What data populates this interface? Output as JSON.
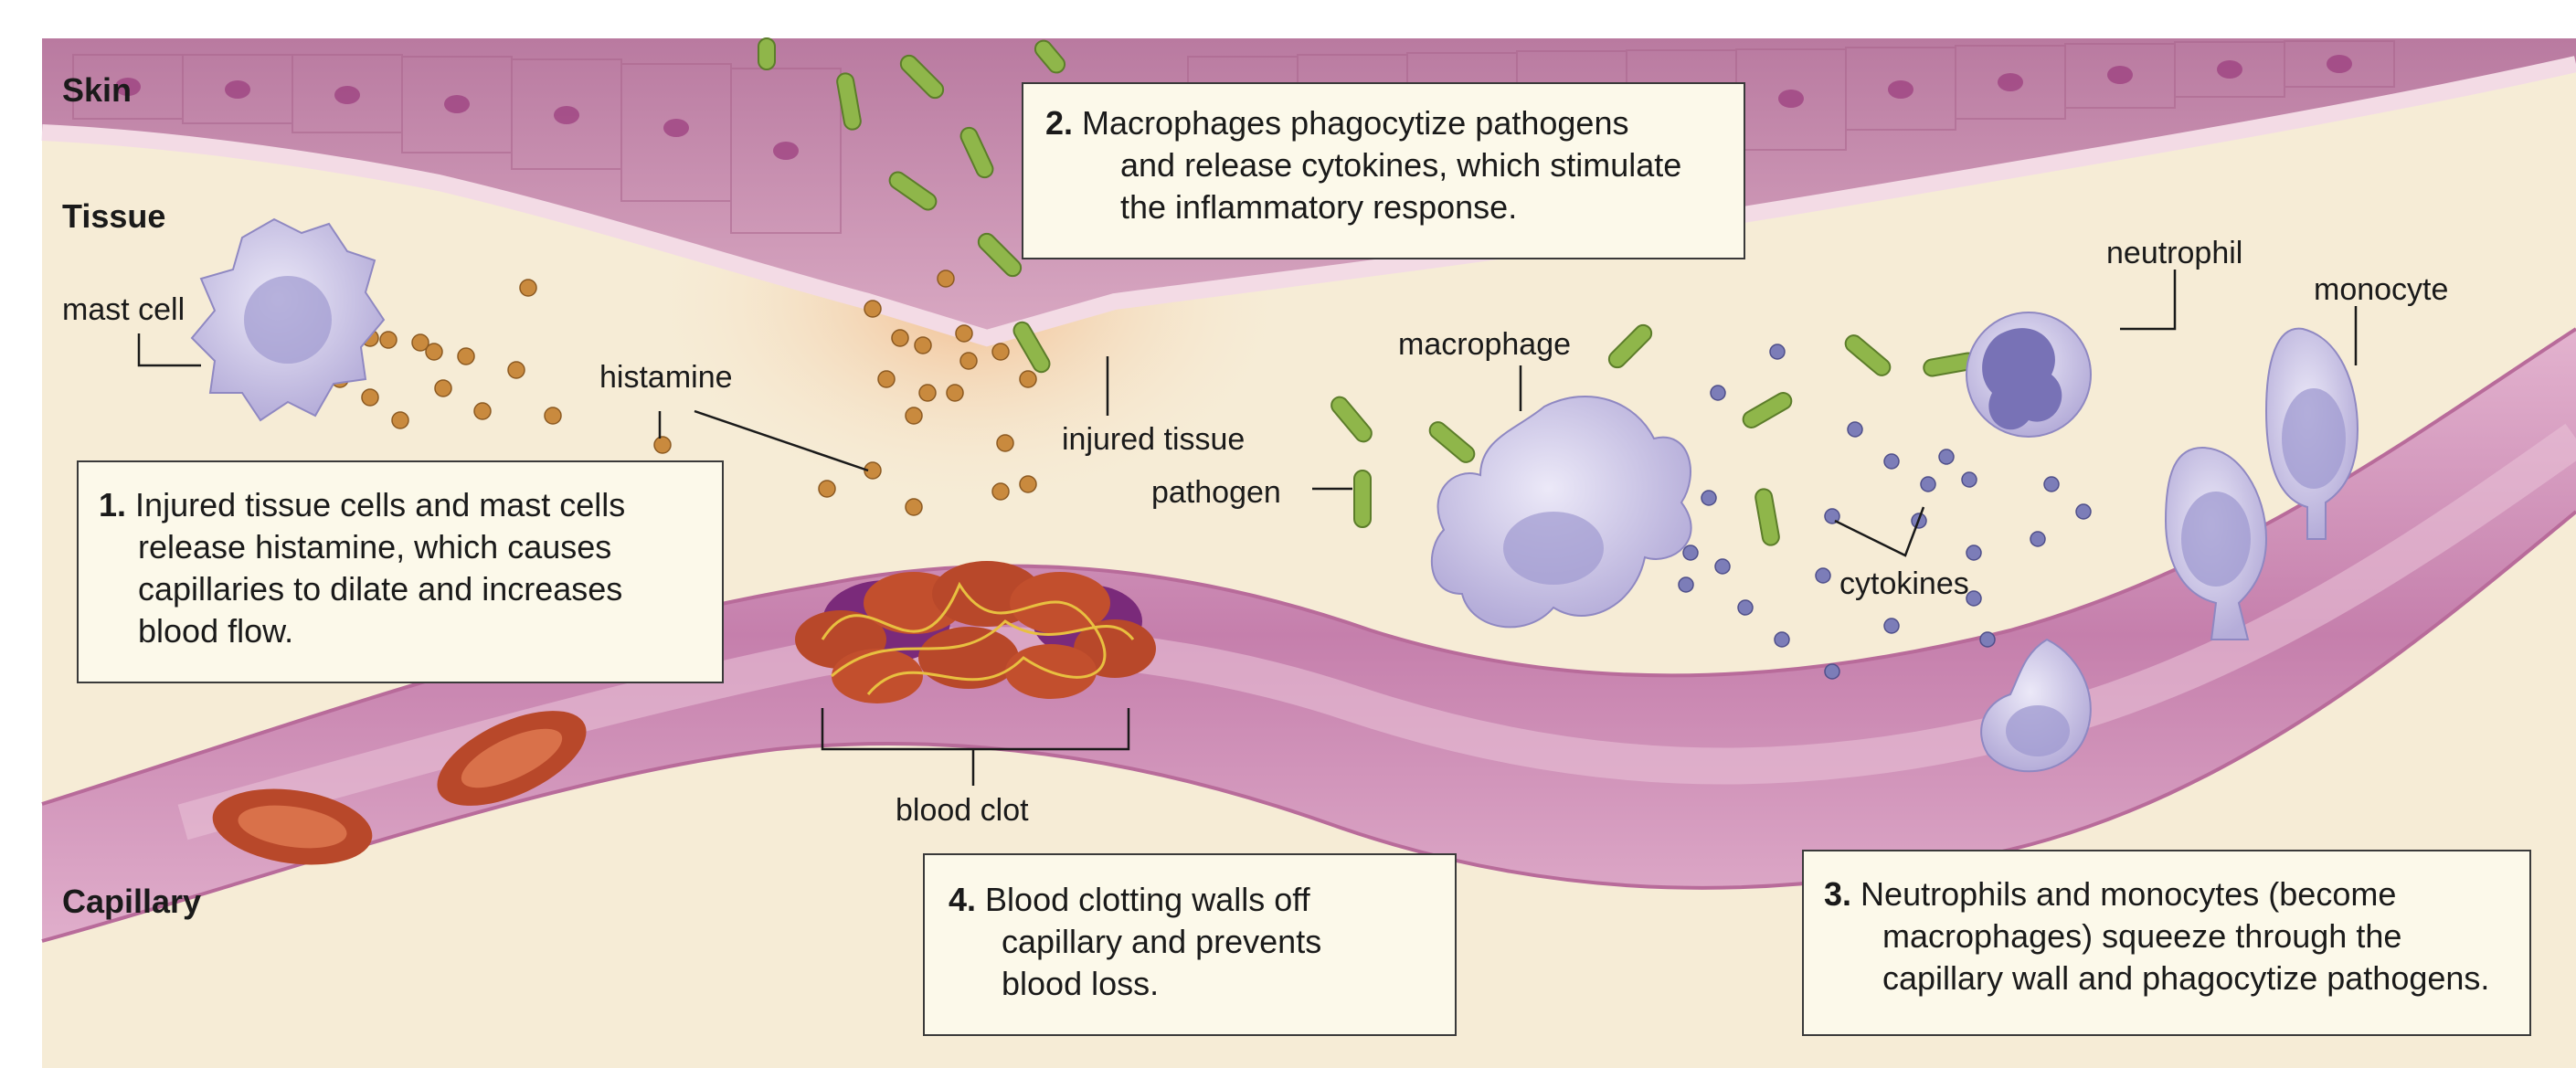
{
  "regions": {
    "skin": "Skin",
    "tissue": "Tissue",
    "capillary": "Capillary"
  },
  "labels": {
    "mast_cell": "mast cell",
    "histamine": "histamine",
    "injured_tissue": "injured tissue",
    "pathogen": "pathogen",
    "macrophage": "macrophage",
    "neutrophil": "neutrophil",
    "monocyte": "monocyte",
    "cytokines": "cytokines",
    "blood_clot": "blood clot"
  },
  "steps": [
    {
      "num": "1.",
      "lines": [
        "Injured tissue cells and mast cells",
        "release histamine, which causes",
        "capillaries to dilate and increases",
        "blood flow."
      ]
    },
    {
      "num": "2.",
      "lines": [
        "Macrophages phagocytize pathogens",
        "and release cytokines, which stimulate",
        "the inflammatory response."
      ]
    },
    {
      "num": "3.",
      "lines": [
        "Neutrophils and monocytes (become",
        "macrophages) squeeze through the",
        "capillary wall and phagocytize pathogens."
      ]
    },
    {
      "num": "4.",
      "lines": [
        "Blood clotting walls off",
        "capillary and prevents",
        "blood loss."
      ]
    }
  ],
  "colors": {
    "tissue_bg": "#f6ecd6",
    "skin": "#c98cae",
    "capillary": "#c97fae",
    "pathogen": "#8fb64a",
    "histamine": "#c98a3e",
    "cytokine": "#7c7db8",
    "red_cell": "#b8482a",
    "white_cell": "#c9c3e6",
    "box_bg": "#fcf9ea"
  }
}
